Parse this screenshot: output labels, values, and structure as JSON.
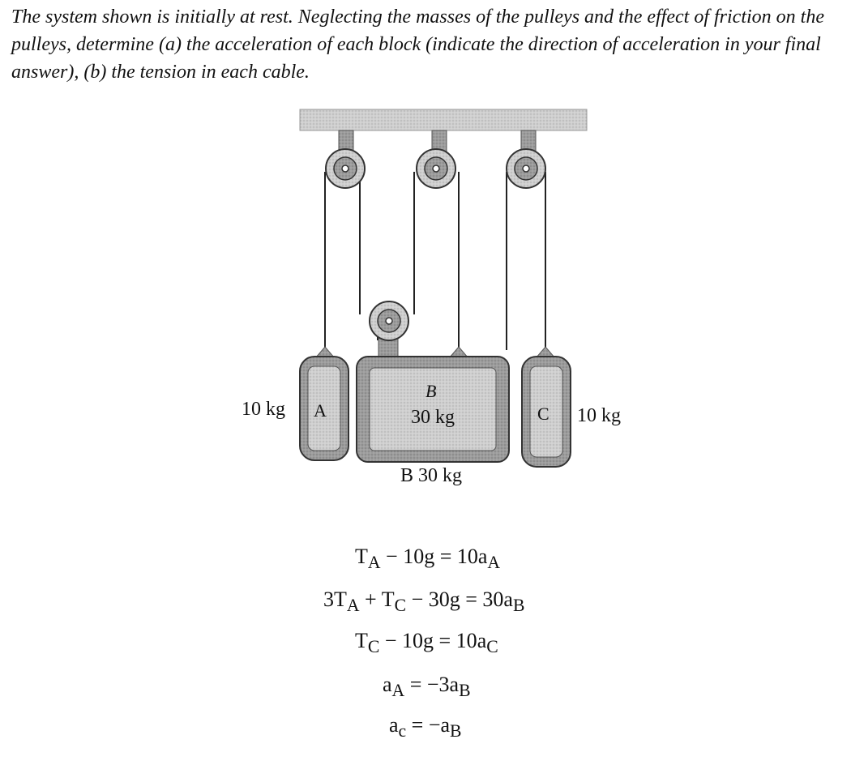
{
  "problem": {
    "text": "The system shown is initially at rest. Neglecting the masses of the pulleys and the effect of friction on the pulleys, determine (a) the acceleration of each block (indicate the direction of acceleration in your final answer), (b) the tension in each cable."
  },
  "figure": {
    "block_a": {
      "letter": "A",
      "mass_label": "10 kg"
    },
    "block_b": {
      "letter": "B",
      "inner_mass": "30 kg",
      "caption": "B 30 kg"
    },
    "block_c": {
      "letter": "C",
      "mass_label": "10 kg"
    }
  },
  "equations": [
    {
      "lhs": [
        "T",
        "A",
        " − 10",
        "g",
        " = 10",
        "a",
        "A"
      ]
    },
    {
      "lhs": [
        "3",
        "T",
        "A",
        " + ",
        "T",
        "C",
        " − 30",
        "g",
        " = 30",
        "a",
        "B"
      ]
    },
    {
      "lhs": [
        "T",
        "C",
        " − 10",
        "g",
        " = 10",
        "a",
        "C"
      ]
    },
    {
      "lhs": [
        "a",
        "A",
        " = −3",
        "a",
        "B"
      ]
    },
    {
      "lhs": [
        "a",
        "c",
        " = −",
        "a",
        "B"
      ]
    }
  ]
}
